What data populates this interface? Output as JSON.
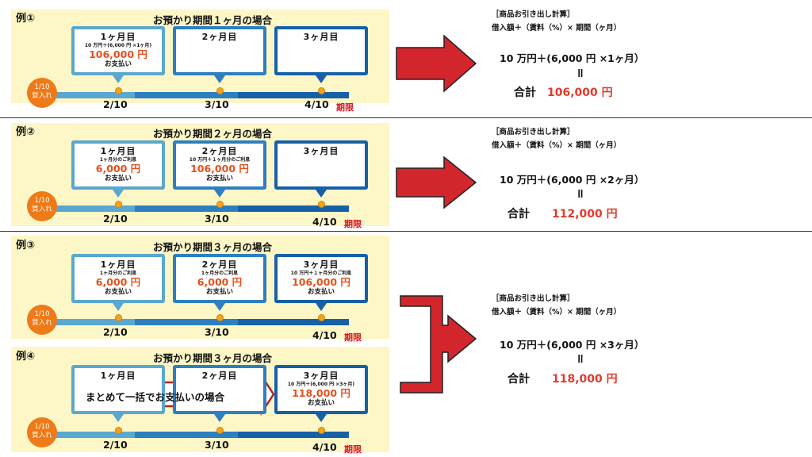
{
  "examples": [
    {
      "label": "例①",
      "title": "お預かり期間１ヶ月の場合",
      "box1": {
        "month": "1ヶ月目",
        "note": "10 万円＋(6,000 円 ×1ヶ月)",
        "amount": "106,000 円",
        "pay": "お支払い"
      },
      "box2": {
        "month": "2ヶ月目"
      },
      "box3": {
        "month": "3ヶ月目"
      }
    },
    {
      "label": "例②",
      "title": "お預かり期間２ヶ月の場合",
      "box1": {
        "month": "1ヶ月目",
        "note": "1ヶ月分のご利息",
        "amount": "6,000 円",
        "pay": "お支払い"
      },
      "box2": {
        "month": "2ヶ月目",
        "note": "10 万円＋１ヶ月分のご利息",
        "amount": "106,000 円",
        "pay": "お支払い"
      },
      "box3": {
        "month": "3ヶ月目"
      }
    },
    {
      "label": "例③",
      "title": "お預かり期間３ヶ月の場合",
      "box1": {
        "month": "1ヶ月目",
        "note": "1ヶ月分のご利息",
        "amount": "6,000 円",
        "pay": "お支払い"
      },
      "box2": {
        "month": "2ヶ月目",
        "note": "1ヶ月分のご利息",
        "amount": "6,000 円",
        "pay": "お支払い"
      },
      "box3": {
        "month": "3ヶ月目",
        "note": "10 万円＋１ヶ月分のご利息",
        "amount": "106,000 円",
        "pay": "お支払い"
      }
    },
    {
      "label": "例④",
      "title": "お預かり期間３ヶ月の場合",
      "box1": {
        "month": "1ヶ月目"
      },
      "box2": {
        "month": "2ヶ月目"
      },
      "box3": {
        "month": "3ヶ月目",
        "note": "10 万円＋(6,000 円 ×3ヶ月)",
        "amount": "118,000 円",
        "pay": "お支払い"
      },
      "banner": "まとめて一括でお支払いの場合"
    }
  ],
  "timeline": {
    "start": "1/10\n質入れ",
    "d1": "2/10",
    "d2": "3/10",
    "d3": "4/10",
    "due": "期限"
  },
  "calcs": [
    {
      "header": "［商品お引き出し計算］",
      "formula": "借入額＋（賃料（%）× 期間（ヶ月）",
      "line": "10 万円＋(6,000 円 ×1ヶ月）",
      "eq": "II",
      "total_label": "合計",
      "total_value": "106,000 円"
    },
    {
      "header": "［商品お引き出し計算］",
      "formula": "借入額＋（賃料（%）× 期間（ヶ月）",
      "line": "10 万円＋(6,000 円 ×2ヶ月）",
      "eq": "II",
      "total_label": "合計",
      "total_value": "112,000 円"
    },
    {
      "header": "［商品お引き出し計算］",
      "formula": "借入額＋（賃料（%）× 期間（ヶ月）",
      "line": "10 万円＋(6,000 円 ×3ヶ月）",
      "eq": "II",
      "total_label": "合計",
      "total_value": "118,000 円"
    }
  ],
  "colors": {
    "panel": "#fdf6c6",
    "accent_orange": "#e2521e",
    "arrow_red": "#d3262c",
    "due_red": "#d8141f"
  }
}
